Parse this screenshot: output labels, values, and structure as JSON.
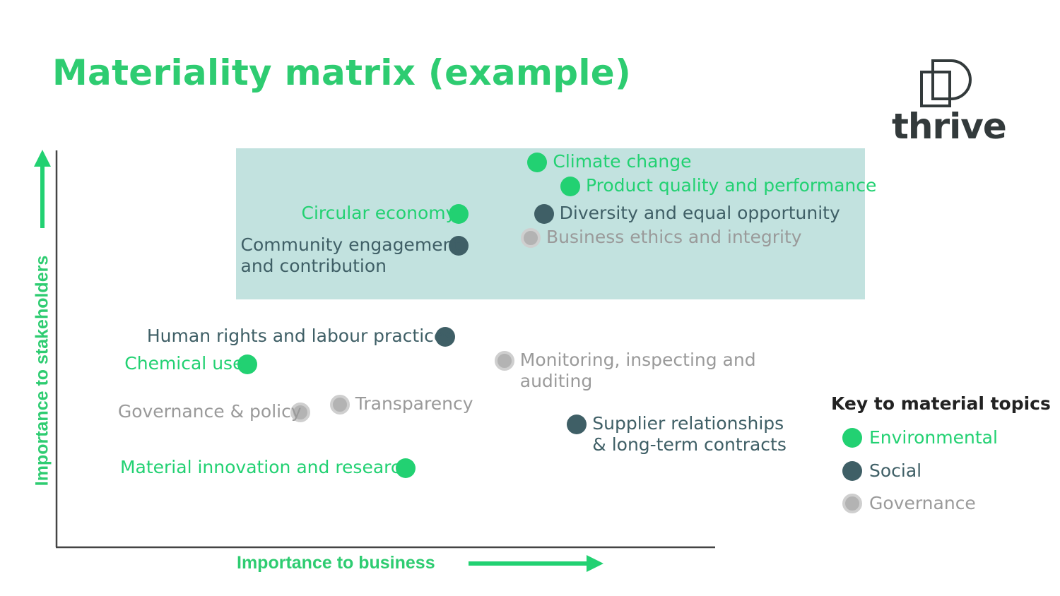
{
  "title": "Materiality matrix (example)",
  "logo": {
    "text": "thrive"
  },
  "colors": {
    "environmental": "#22d172",
    "social": "#3f5f66",
    "governance": "#b3b3b3",
    "governance_text": "#9a9a9a",
    "axis": "#2ecc71",
    "highlight": "#c2e2df"
  },
  "chart_data": {
    "type": "scatter",
    "xlabel": "Importance to business",
    "ylabel": "Importance to stakeholders",
    "ticks": "none",
    "highlight_region": "top band (high importance to stakeholders)",
    "legend": {
      "title": "Key to material topics",
      "placement": "right",
      "entries": [
        {
          "category": "environmental",
          "label": "Environmental"
        },
        {
          "category": "social",
          "label": "Social"
        },
        {
          "category": "governance",
          "label": "Governance"
        }
      ]
    },
    "points": [
      {
        "lines": [
          "Climate change"
        ],
        "category": "environmental",
        "x": 73,
        "y": 97
      },
      {
        "lines": [
          "Product quality and performance"
        ],
        "category": "environmental",
        "x": 78,
        "y": 91
      },
      {
        "lines": [
          "Circular economy"
        ],
        "category": "environmental",
        "x": 61,
        "y": 84
      },
      {
        "lines": [
          "Diversity and equal opportunity"
        ],
        "category": "social",
        "x": 74,
        "y": 84
      },
      {
        "lines": [
          "Business ethics and integrity"
        ],
        "category": "governance",
        "x": 72,
        "y": 78
      },
      {
        "lines": [
          "Community engagement",
          "and contribution"
        ],
        "category": "social",
        "x": 61,
        "y": 76
      },
      {
        "lines": [
          "Human rights and labour practices"
        ],
        "category": "social",
        "x": 59,
        "y": 53
      },
      {
        "lines": [
          "Chemical use"
        ],
        "category": "environmental",
        "x": 29,
        "y": 46
      },
      {
        "lines": [
          "Monitoring, inspecting and",
          "auditing"
        ],
        "category": "governance",
        "x": 68,
        "y": 47
      },
      {
        "lines": [
          "Transparency"
        ],
        "category": "governance",
        "x": 43,
        "y": 36
      },
      {
        "lines": [
          "Governance & policy"
        ],
        "category": "governance",
        "x": 37,
        "y": 34
      },
      {
        "lines": [
          "Supplier relationships",
          "& long-term contracts"
        ],
        "category": "social",
        "x": 79,
        "y": 31
      },
      {
        "lines": [
          "Material innovation and research"
        ],
        "category": "environmental",
        "x": 53,
        "y": 20
      }
    ]
  }
}
